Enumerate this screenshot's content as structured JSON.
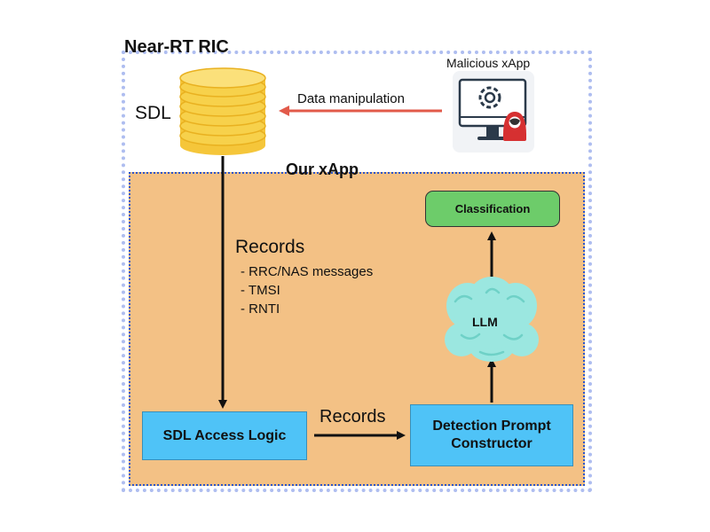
{
  "near_rt_ric": {
    "title": "Near-RT RIC"
  },
  "sdl": {
    "label": "SDL"
  },
  "malicious": {
    "label": "Malicious xApp"
  },
  "data_manipulation": {
    "label": "Data manipulation"
  },
  "our_xapp": {
    "title": "Our xApp"
  },
  "records_panel": {
    "title": "Records",
    "items": [
      "RRC/NAS messages",
      "TMSI",
      "RNTI"
    ]
  },
  "sdl_access_logic": {
    "label": "SDL Access Logic"
  },
  "records_edge": {
    "label": "Records"
  },
  "detection_prompt": {
    "label": "Detection Prompt Constructor"
  },
  "llm": {
    "label": "LLM"
  },
  "classification": {
    "label": "Classification"
  },
  "colors": {
    "ric_border": "#aebdf0",
    "xapp_fill": "#f3c185",
    "xapp_border": "#2f56c9",
    "box_blue": "#4fc3f7",
    "box_green": "#6dcc6a",
    "db_yellow": "#f7d14b",
    "arrow_red": "#e25a4a",
    "brain_teal": "#9be7e0"
  }
}
